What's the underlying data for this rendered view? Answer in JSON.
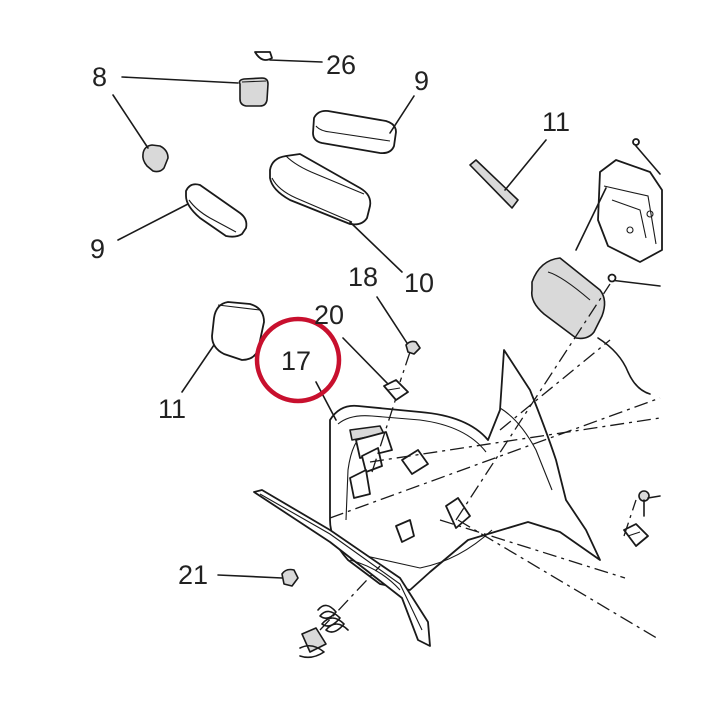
{
  "highlight_color": "#c8102e",
  "ink_color": "#1a1a1a",
  "callouts": {
    "c26": "26",
    "c8": "8",
    "c9_top": "9",
    "c11_top": "11",
    "c9_left": "9",
    "c10": "10",
    "c18": "18",
    "c20": "20",
    "c17": "17",
    "c11_left": "11",
    "c21": "21"
  },
  "highlighted_part": "17"
}
